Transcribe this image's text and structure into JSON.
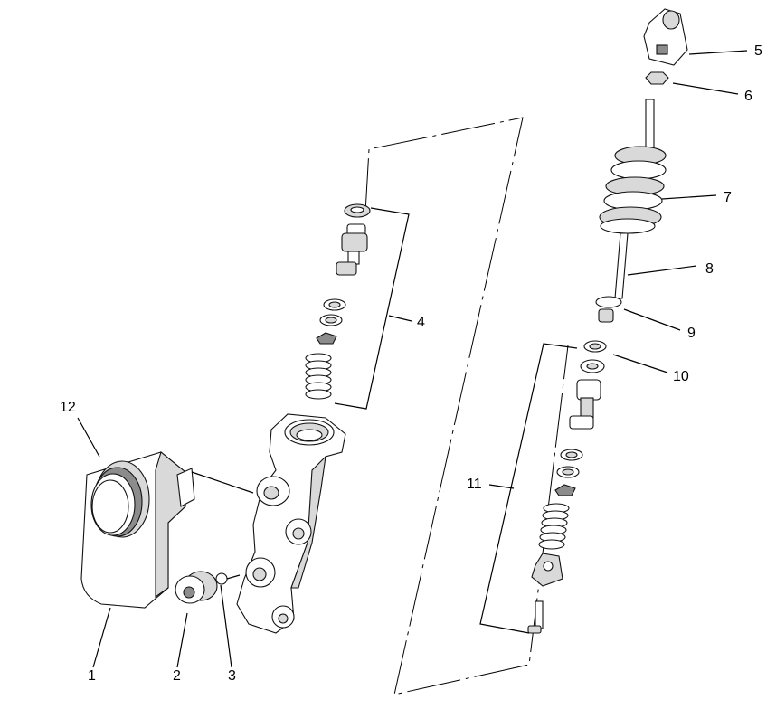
{
  "callouts": [
    {
      "id": "1",
      "label": "1"
    },
    {
      "id": "2",
      "label": "2"
    },
    {
      "id": "3",
      "label": "3"
    },
    {
      "id": "4",
      "label": "4"
    },
    {
      "id": "5",
      "label": "5"
    },
    {
      "id": "6",
      "label": "6"
    },
    {
      "id": "7",
      "label": "7"
    },
    {
      "id": "8",
      "label": "8"
    },
    {
      "id": "9",
      "label": "9"
    },
    {
      "id": "10",
      "label": "10"
    },
    {
      "id": "11",
      "label": "11"
    },
    {
      "id": "12",
      "label": "12"
    }
  ],
  "colors": {
    "line": "#000000",
    "fill_light": "#d9d9d9",
    "fill_dark": "#8c8c8c",
    "background": "#ffffff"
  }
}
